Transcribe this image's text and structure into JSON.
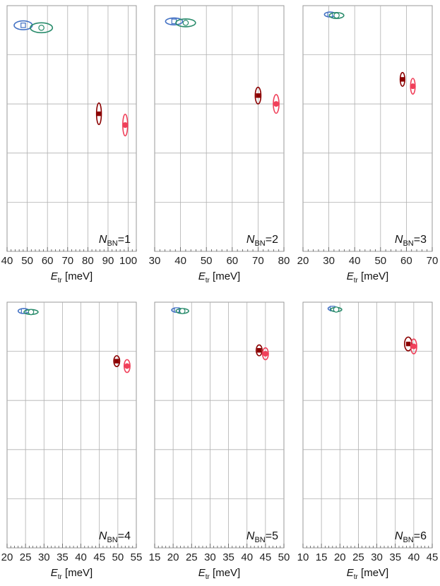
{
  "colors": {
    "dark_red": "#8b0000",
    "pink": "#f0405a",
    "blue": "#4472c4",
    "teal": "#2a8c6c",
    "grid": "#b0b0b0",
    "frame": "#999999"
  },
  "chart_data": [
    {
      "type": "scatter",
      "panel_label": "N_BN=1",
      "label_symbol": "N",
      "label_subscript": "BN",
      "label_value": "=1",
      "xlabel_symbol": "E",
      "xlabel_subscript": "tr",
      "xlabel_unit": "[meV]",
      "xlim": [
        40,
        104
      ],
      "xticks": [
        40,
        50,
        60,
        70,
        80,
        90,
        100
      ],
      "ylim": [
        0,
        5
      ],
      "grid": true,
      "series": [
        {
          "marker": "open-square",
          "color": "blue",
          "x": 48,
          "y": 4.6,
          "rx": 4.5,
          "ry": 0.09
        },
        {
          "marker": "open-circle",
          "color": "teal",
          "x": 57,
          "y": 4.55,
          "rx": 5.5,
          "ry": 0.1
        },
        {
          "marker": "filled-square",
          "color": "dark_red",
          "x": 85.5,
          "y": 2.8,
          "rx": 1.2,
          "ry": 0.22
        },
        {
          "marker": "filled-circle",
          "color": "pink",
          "x": 98.5,
          "y": 2.57,
          "rx": 1.2,
          "ry": 0.22
        }
      ]
    },
    {
      "type": "scatter",
      "panel_label": "N_BN=2",
      "label_symbol": "N",
      "label_subscript": "BN",
      "label_value": "=2",
      "xlabel_symbol": "E",
      "xlabel_subscript": "tr",
      "xlabel_unit": "[meV]",
      "xlim": [
        30,
        80
      ],
      "xticks": [
        30,
        40,
        50,
        60,
        70,
        80
      ],
      "ylim": [
        0,
        5
      ],
      "grid": true,
      "series": [
        {
          "marker": "open-square",
          "color": "blue",
          "x": 37.5,
          "y": 4.68,
          "rx": 3.3,
          "ry": 0.07
        },
        {
          "marker": "open-circle",
          "color": "teal",
          "x": 42,
          "y": 4.65,
          "rx": 3.8,
          "ry": 0.08
        },
        {
          "marker": "filled-square",
          "color": "dark_red",
          "x": 70,
          "y": 3.17,
          "rx": 1.1,
          "ry": 0.17
        },
        {
          "marker": "filled-circle",
          "color": "pink",
          "x": 77,
          "y": 3.0,
          "rx": 1.1,
          "ry": 0.19
        }
      ]
    },
    {
      "type": "scatter",
      "panel_label": "N_BN=3",
      "label_symbol": "N",
      "label_subscript": "BN",
      "label_value": "=3",
      "xlabel_symbol": "E",
      "xlabel_subscript": "tr",
      "xlabel_unit": "[meV]",
      "xlim": [
        20,
        70
      ],
      "xticks": [
        20,
        30,
        40,
        50,
        60,
        70
      ],
      "ylim": [
        0,
        5
      ],
      "grid": true,
      "series": [
        {
          "marker": "open-square",
          "color": "blue",
          "x": 30.5,
          "y": 4.82,
          "rx": 2.2,
          "ry": 0.05
        },
        {
          "marker": "open-circle",
          "color": "teal",
          "x": 33,
          "y": 4.8,
          "rx": 2.8,
          "ry": 0.06
        },
        {
          "marker": "filled-square",
          "color": "dark_red",
          "x": 58.5,
          "y": 3.5,
          "rx": 0.9,
          "ry": 0.14
        },
        {
          "marker": "filled-circle",
          "color": "pink",
          "x": 62.5,
          "y": 3.36,
          "rx": 0.9,
          "ry": 0.16
        }
      ]
    },
    {
      "type": "scatter",
      "panel_label": "N_BN=4",
      "label_symbol": "N",
      "label_subscript": "BN",
      "label_value": "=4",
      "xlabel_symbol": "E",
      "xlabel_subscript": "tr",
      "xlabel_unit": "[meV]",
      "xlim": [
        20,
        55
      ],
      "xticks": [
        20,
        25,
        30,
        35,
        40,
        45,
        50,
        55
      ],
      "ylim": [
        0,
        5
      ],
      "grid": true,
      "series": [
        {
          "marker": "open-square",
          "color": "blue",
          "x": 24.5,
          "y": 4.82,
          "rx": 1.5,
          "ry": 0.05
        },
        {
          "marker": "open-circle",
          "color": "teal",
          "x": 26.5,
          "y": 4.8,
          "rx": 1.9,
          "ry": 0.05
        },
        {
          "marker": "filled-square",
          "color": "dark_red",
          "x": 49.7,
          "y": 3.8,
          "rx": 0.8,
          "ry": 0.11
        },
        {
          "marker": "filled-circle",
          "color": "pink",
          "x": 52.5,
          "y": 3.7,
          "rx": 0.8,
          "ry": 0.13
        }
      ]
    },
    {
      "type": "scatter",
      "panel_label": "N_BN=5",
      "label_symbol": "N",
      "label_subscript": "BN",
      "label_value": "=5",
      "xlabel_symbol": "E",
      "xlabel_subscript": "tr",
      "xlabel_unit": "[meV]",
      "xlim": [
        15,
        50
      ],
      "xticks": [
        15,
        20,
        25,
        30,
        35,
        40,
        45,
        50
      ],
      "ylim": [
        0,
        5
      ],
      "grid": true,
      "series": [
        {
          "marker": "open-square",
          "color": "blue",
          "x": 21,
          "y": 4.84,
          "rx": 1.4,
          "ry": 0.04
        },
        {
          "marker": "open-circle",
          "color": "teal",
          "x": 22.5,
          "y": 4.82,
          "rx": 1.7,
          "ry": 0.05
        },
        {
          "marker": "filled-square",
          "color": "dark_red",
          "x": 43.3,
          "y": 4.02,
          "rx": 0.8,
          "ry": 0.11
        },
        {
          "marker": "filled-circle",
          "color": "pink",
          "x": 45,
          "y": 3.95,
          "rx": 0.8,
          "ry": 0.12
        }
      ]
    },
    {
      "type": "scatter",
      "panel_label": "N_BN=6",
      "label_symbol": "N",
      "label_subscript": "BN",
      "label_value": "=6",
      "xlabel_symbol": "E",
      "xlabel_subscript": "tr",
      "xlabel_unit": "[meV]",
      "xlim": [
        10,
        45
      ],
      "xticks": [
        10,
        15,
        20,
        25,
        30,
        35,
        40,
        45
      ],
      "ylim": [
        0,
        5
      ],
      "grid": true,
      "series": [
        {
          "marker": "open-square",
          "color": "blue",
          "x": 18,
          "y": 4.87,
          "rx": 1.2,
          "ry": 0.03
        },
        {
          "marker": "open-circle",
          "color": "teal",
          "x": 19,
          "y": 4.85,
          "rx": 1.5,
          "ry": 0.04
        },
        {
          "marker": "filled-square",
          "color": "dark_red",
          "x": 38.5,
          "y": 4.15,
          "rx": 1.0,
          "ry": 0.14
        },
        {
          "marker": "filled-circle",
          "color": "pink",
          "x": 40,
          "y": 4.1,
          "rx": 0.8,
          "ry": 0.15
        }
      ]
    }
  ]
}
